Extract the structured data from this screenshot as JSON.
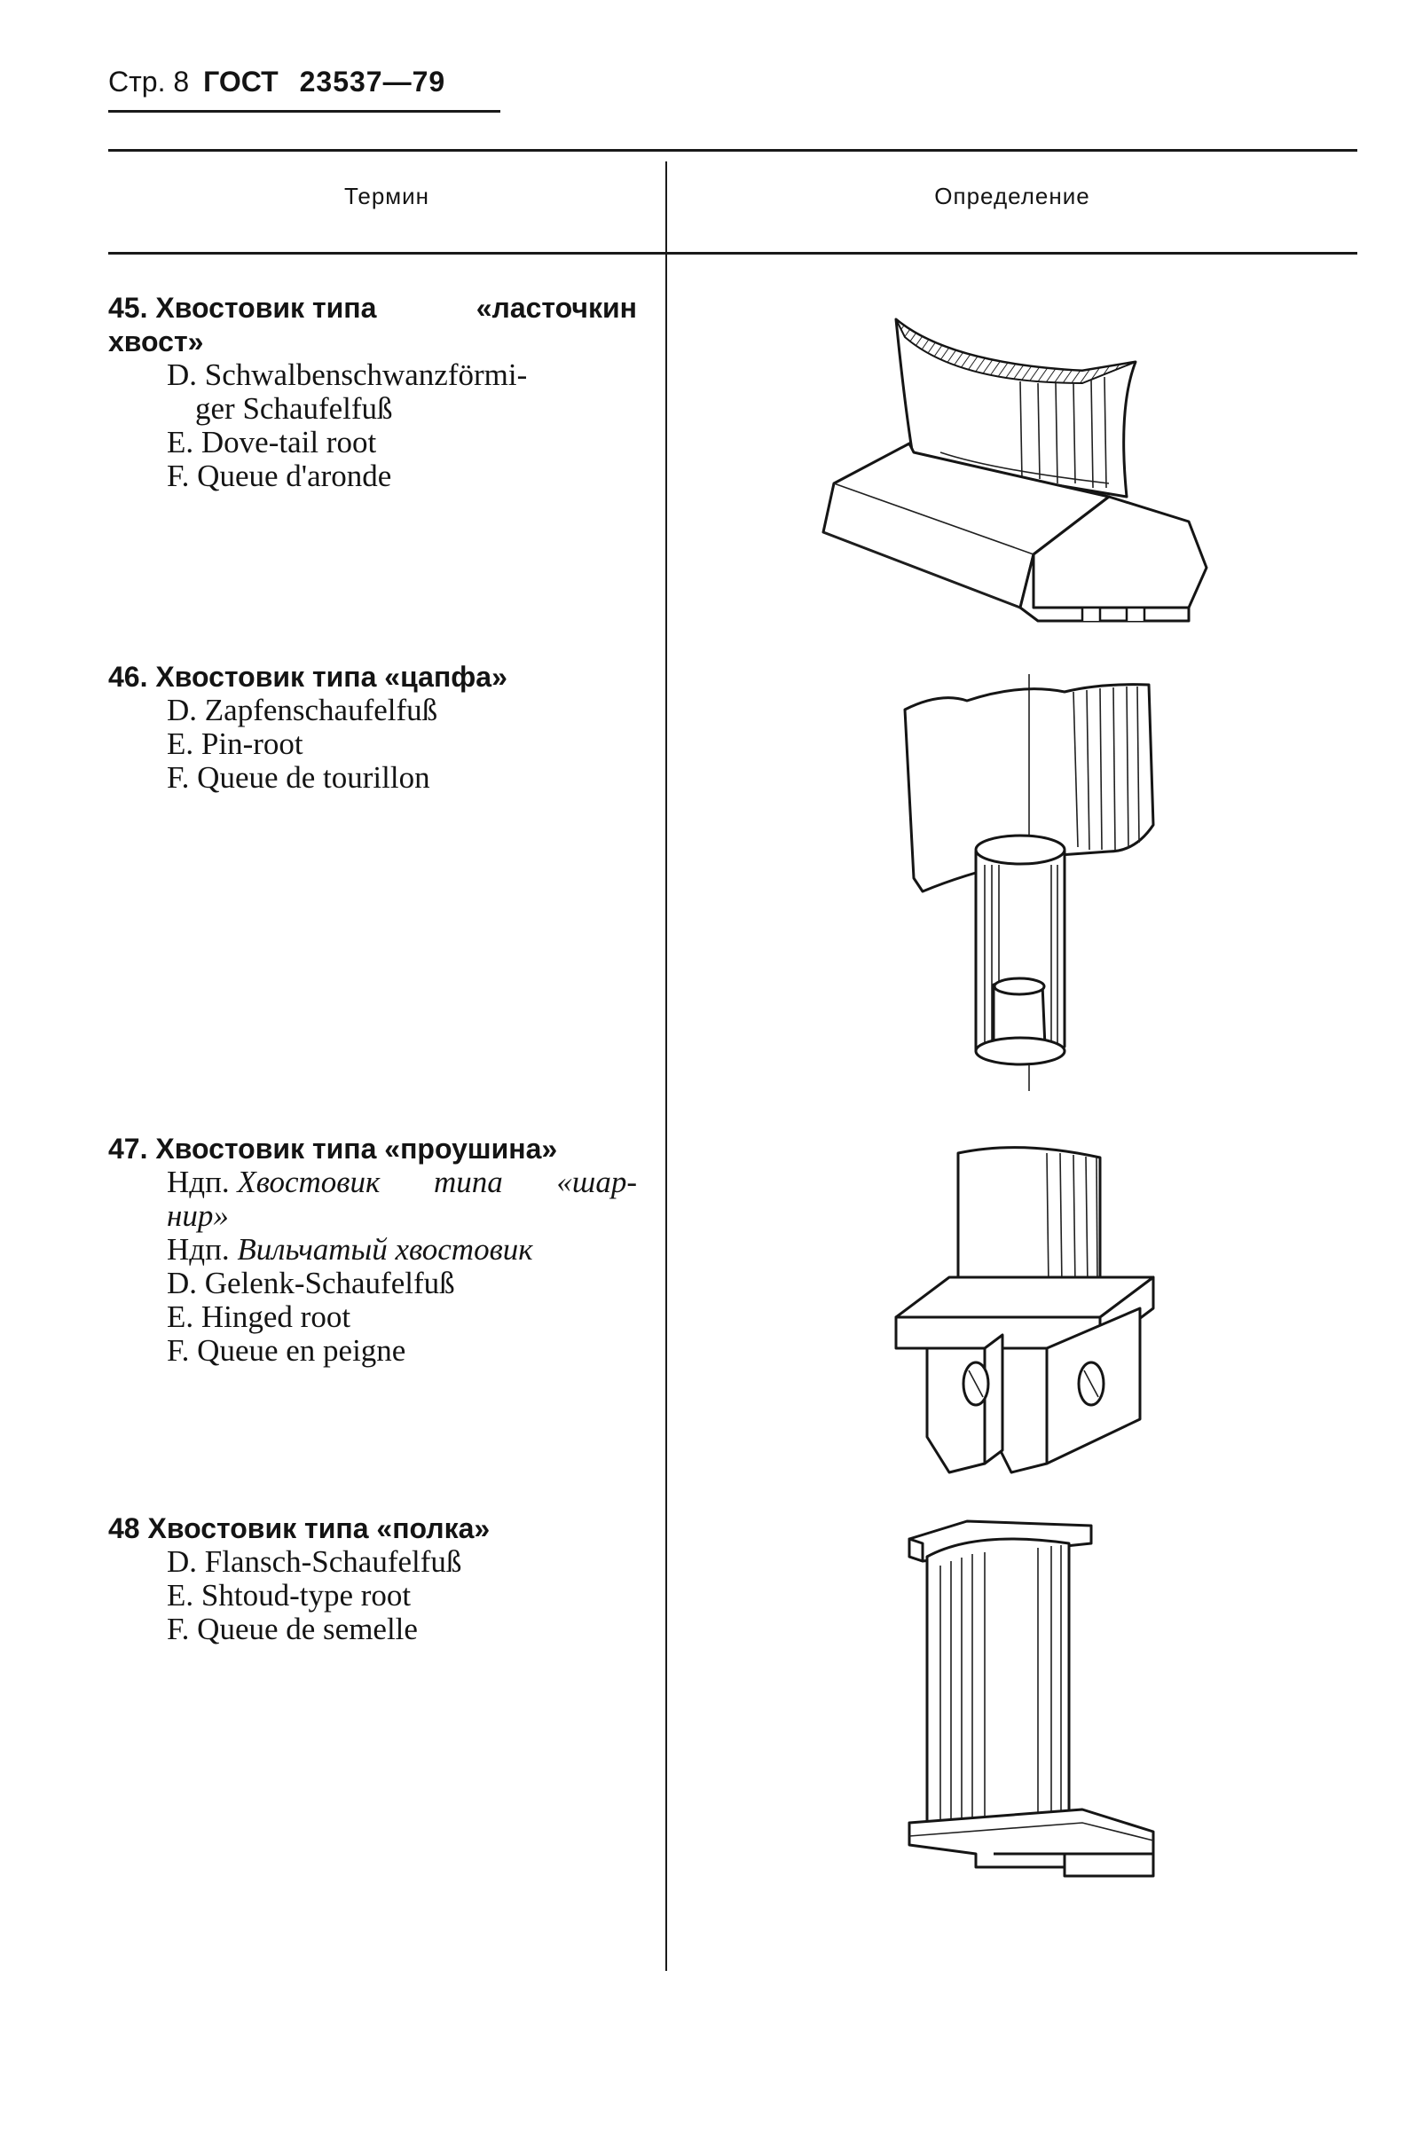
{
  "header": {
    "page_label": "Стр. 8",
    "standard": "ГОСТ",
    "number": "23537—79"
  },
  "table": {
    "col_term": "Термин",
    "col_definition": "Определение"
  },
  "entries": [
    {
      "title_line1_a": "45. Хвостовик типа",
      "title_line1_b": "«ласточкин",
      "title_line2": "хвост»",
      "de_line1": "D. Schwalbenschwanzförmi-",
      "de_line2": "ger Schaufelfuß",
      "en": "E. Dove-tail root",
      "fr": "F. Queue d'aronde",
      "figure": "dovetail-root-drawing"
    },
    {
      "title_line1": "46. Хвостовик типа «цапфа»",
      "de": "D. Zapfenschaufelfuß",
      "en": "E. Pin-root",
      "fr": "F. Queue de tourillon",
      "figure": "pin-root-drawing"
    },
    {
      "title_line1": "47. Хвостовик типа «проушина»",
      "ndp1_prefix": "Ндп.",
      "ndp1_a": "Хвостовик",
      "ndp1_b": "типа",
      "ndp1_c": "«шар-",
      "ndp1_cont": "нир»",
      "ndp2_prefix": "Ндп.",
      "ndp2_text": "Вильчатый хвостовик",
      "de": "D. Gelenk-Schaufelfuß",
      "en": "E. Hinged root",
      "fr": "F. Queue en peigne",
      "figure": "hinged-root-drawing"
    },
    {
      "title_line1": "48 Хвостовик типа «полка»",
      "de": "D. Flansch-Schaufelfuß",
      "en": "E. Shtoud-type root",
      "fr": "F. Queue de semelle",
      "figure": "shroud-root-drawing"
    }
  ]
}
